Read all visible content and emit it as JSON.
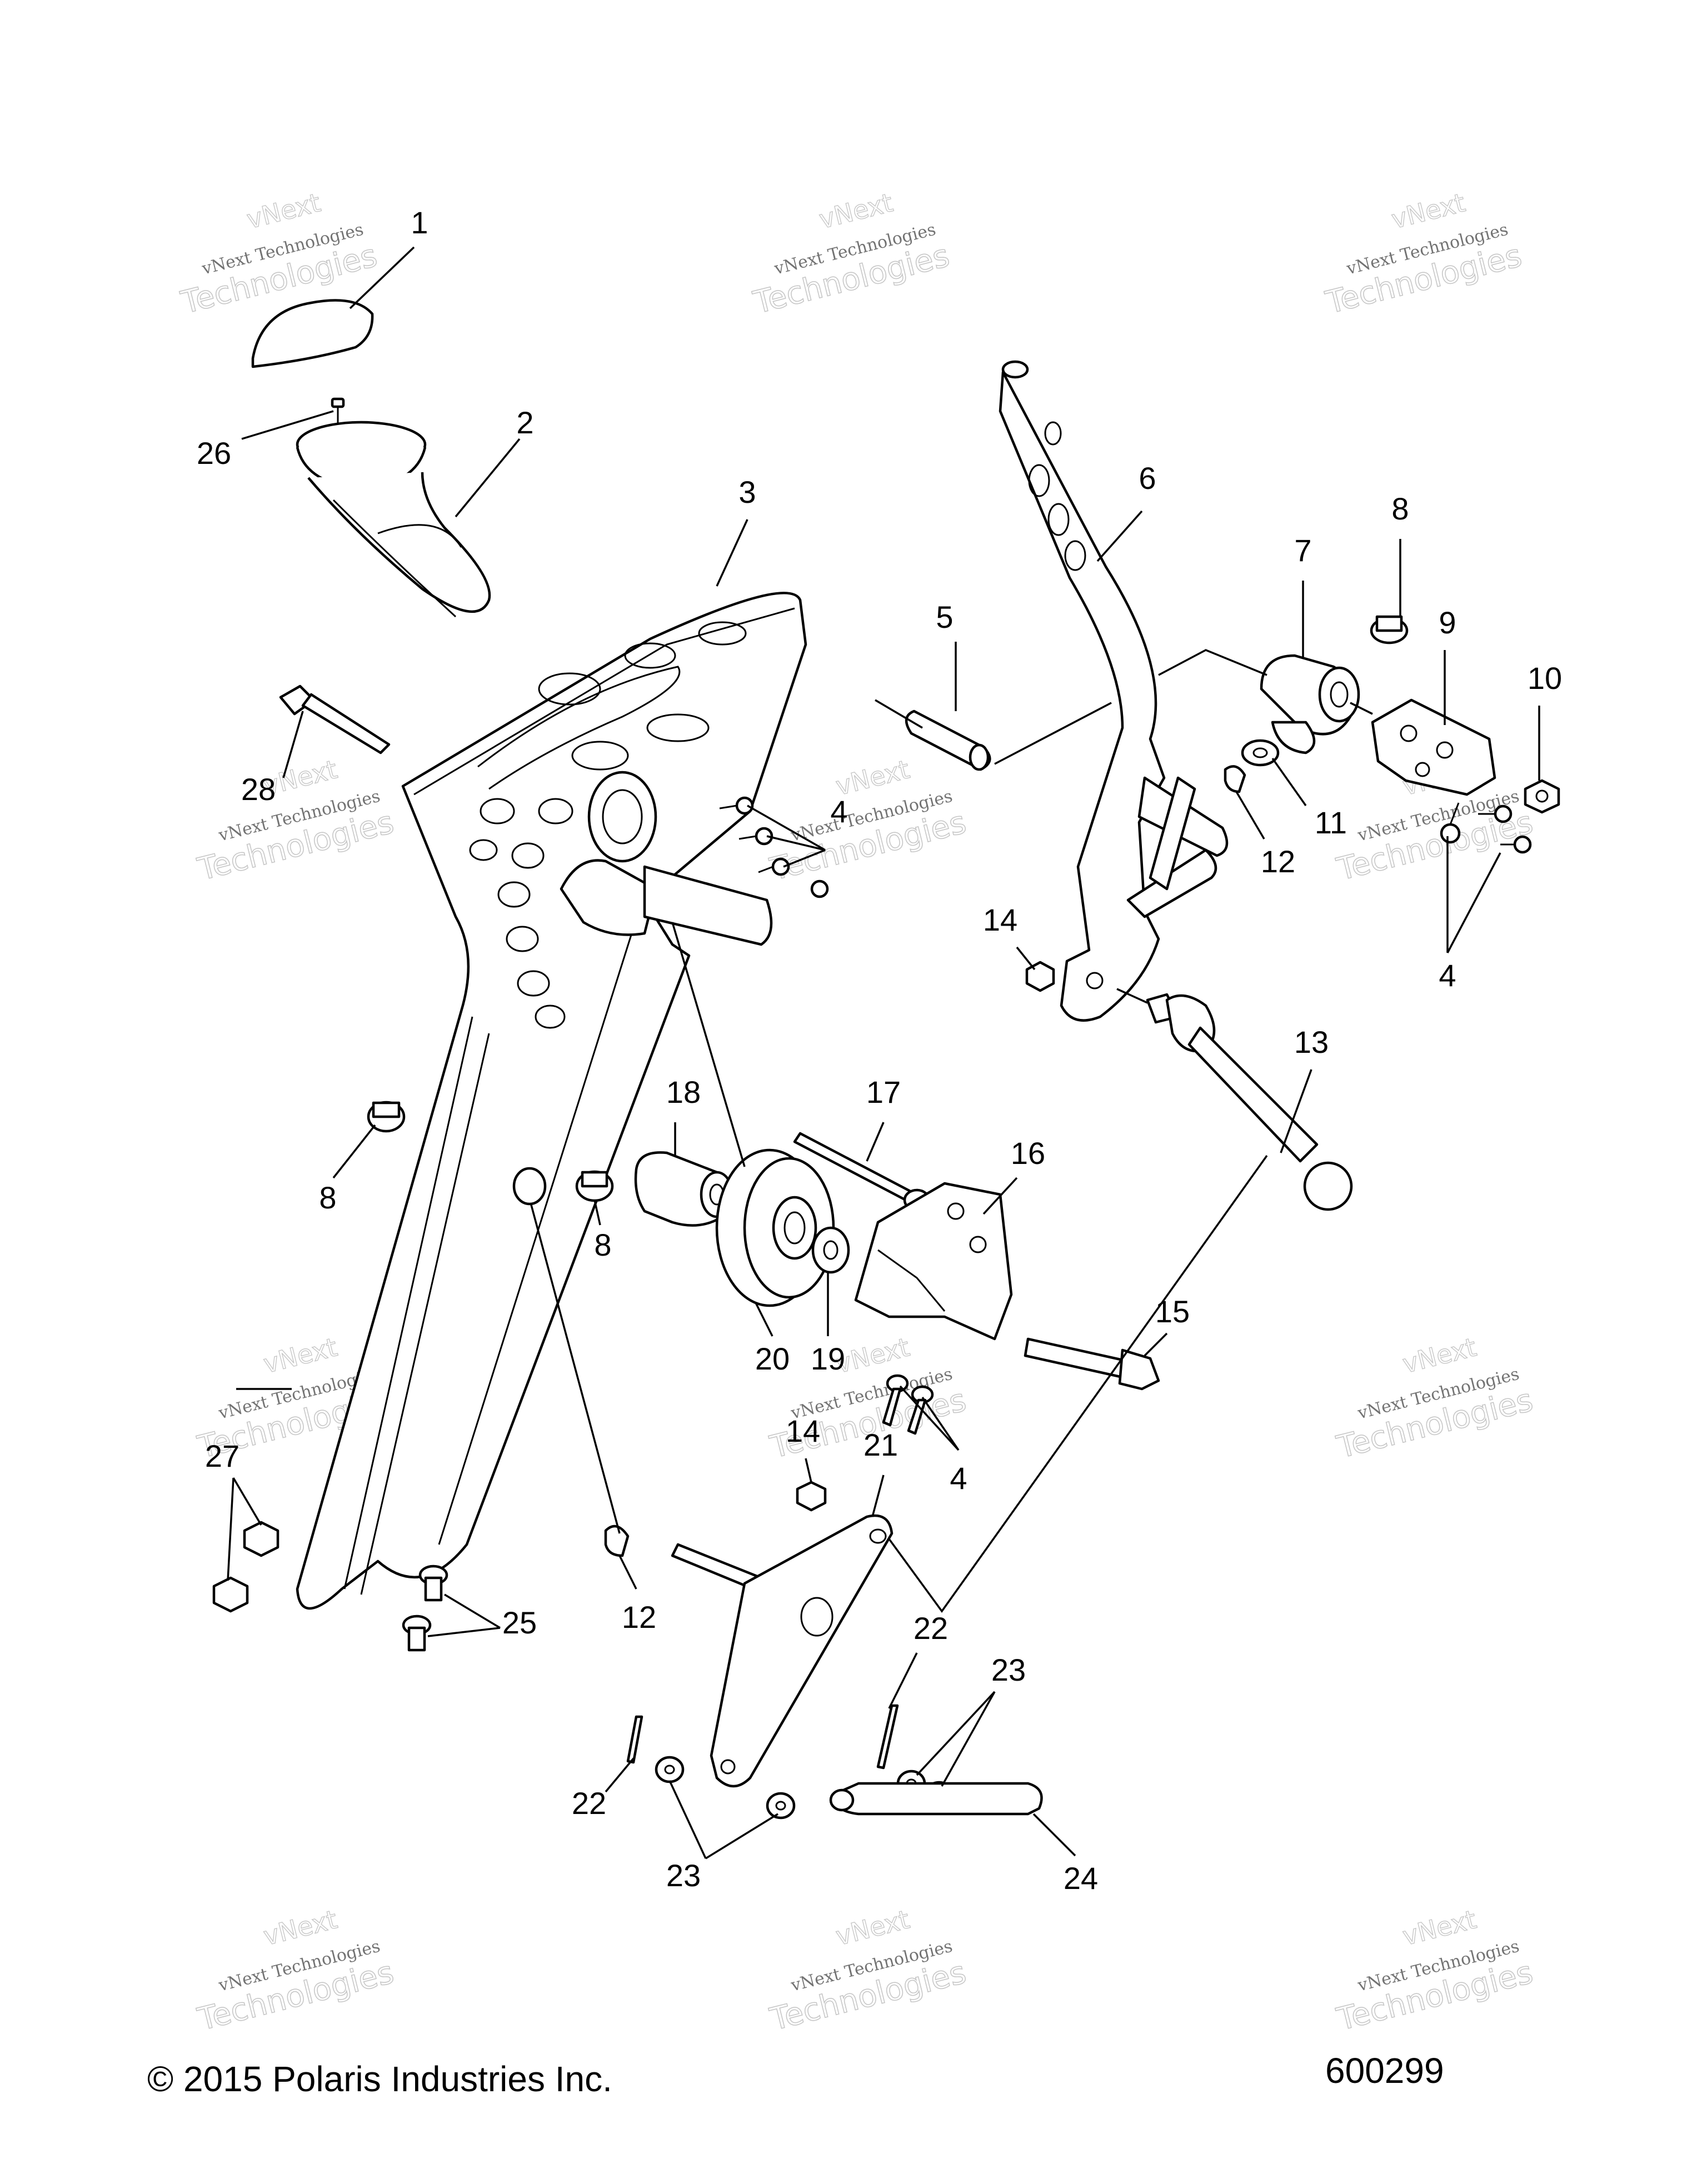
{
  "footer": {
    "copyright": "© 2015 Polaris Industries Inc.",
    "figure_number": "600299"
  },
  "watermark": {
    "line1": "vNext",
    "line2": "vNext Technologies",
    "line3": "Technologies"
  },
  "callouts": [
    "1",
    "2",
    "3",
    "4",
    "5",
    "6",
    "7",
    "8",
    "9",
    "10",
    "11",
    "12",
    "13",
    "14",
    "15",
    "16",
    "17",
    "18",
    "19",
    "20",
    "21",
    "22",
    "23",
    "24",
    "25",
    "26",
    "27",
    "28"
  ],
  "labels": {
    "l1": "1",
    "l2": "2",
    "l3": "3",
    "l4a": "4",
    "l4b": "4",
    "l4c": "4",
    "l5": "5",
    "l6": "6",
    "l7": "7",
    "l8a": "8",
    "l8b": "8",
    "l8c": "8",
    "l9": "9",
    "l10": "10",
    "l11": "11",
    "l12a": "12",
    "l12b": "12",
    "l13": "13",
    "l14a": "14",
    "l14b": "14",
    "l15": "15",
    "l16": "16",
    "l17": "17",
    "l18": "18",
    "l19": "19",
    "l20": "20",
    "l21": "21",
    "l22a": "22",
    "l22b": "22",
    "l23a": "23",
    "l23b": "23",
    "l24": "24",
    "l25": "25",
    "l26": "26",
    "l27": "27",
    "l28": "28"
  }
}
